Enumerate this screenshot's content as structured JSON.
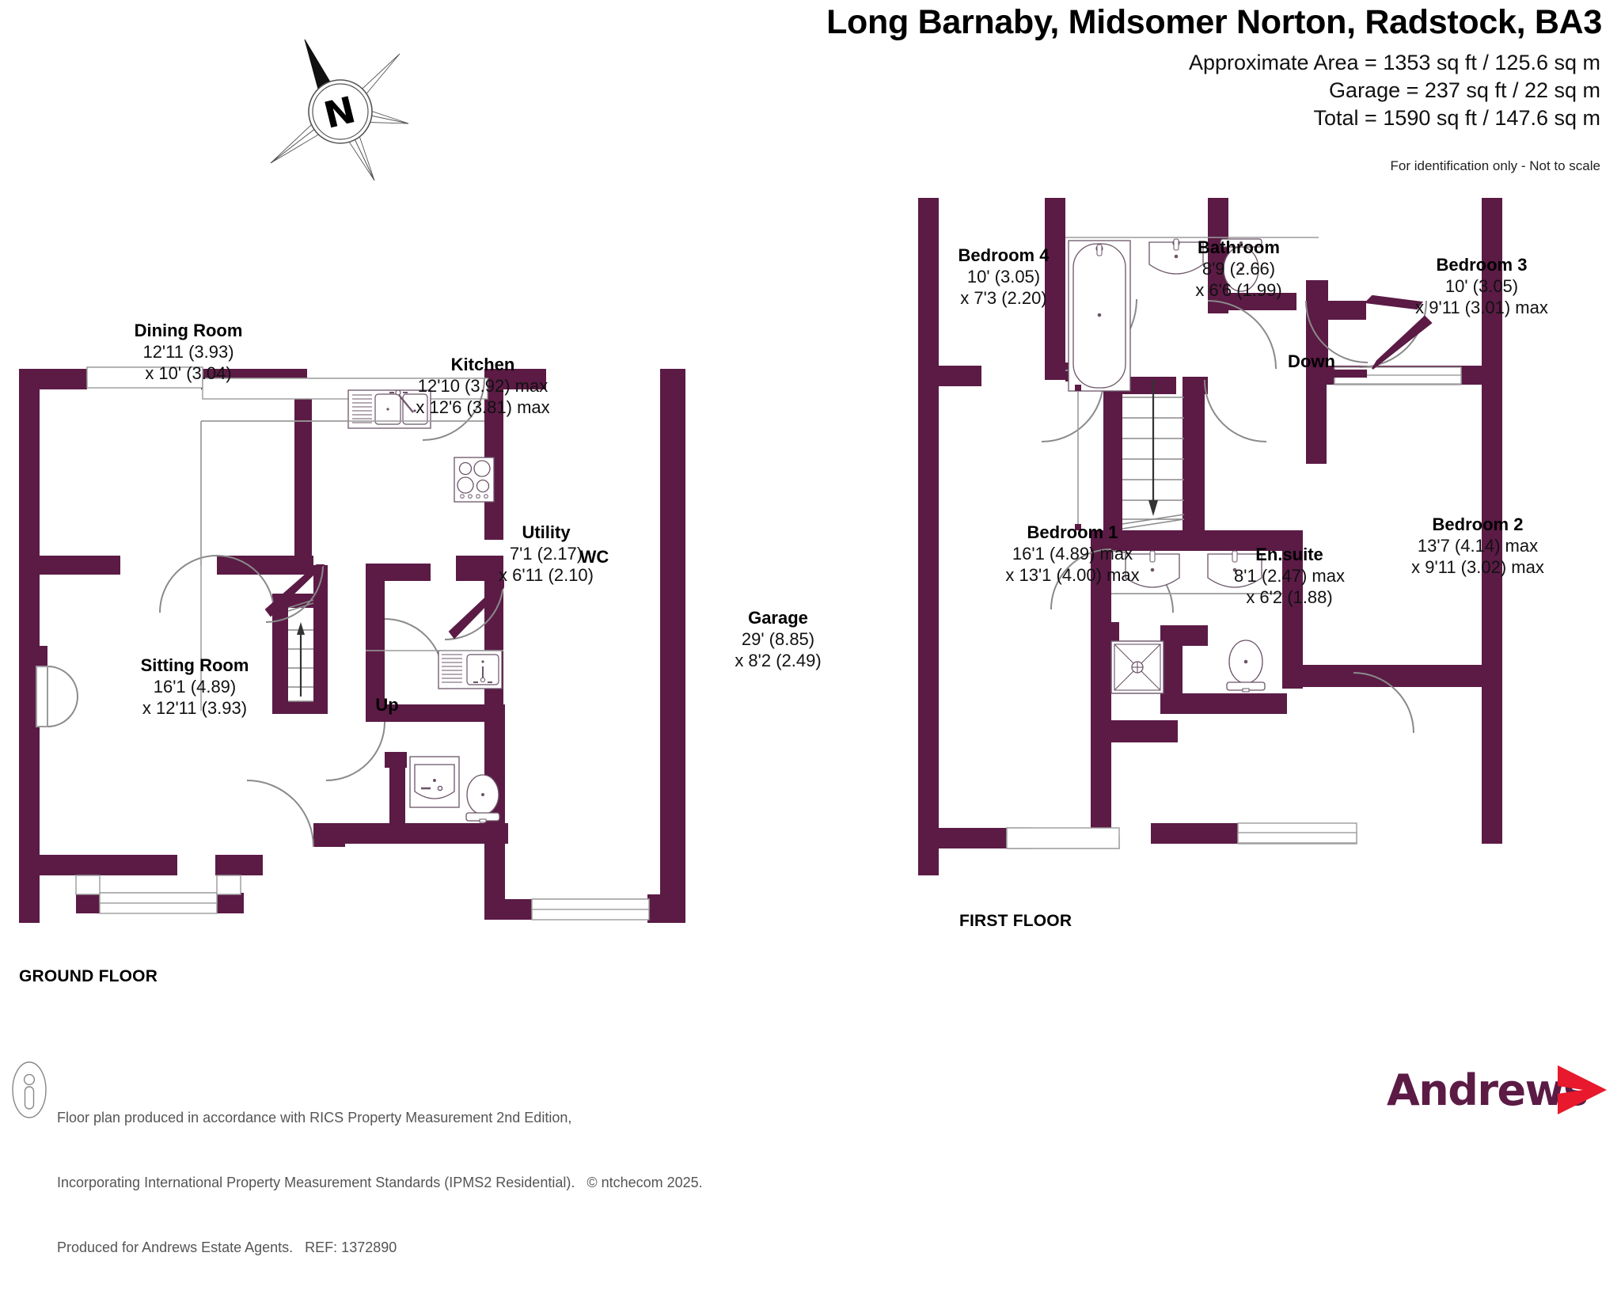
{
  "header": {
    "title": "Long Barnaby, Midsomer Norton, Radstock, BA3",
    "approximate_area": "Approximate Area = 1353 sq ft / 125.6 sq m",
    "garage_area": "Garage = 237 sq ft / 22 sq m",
    "total_area": "Total = 1590 sq ft / 147.6 sq m",
    "disclaimer": "For identification only - Not to scale"
  },
  "compass": {
    "label": "N",
    "name": "compass-rose"
  },
  "floors": {
    "ground": {
      "caption": "GROUND FLOOR"
    },
    "first": {
      "caption": "FIRST FLOOR"
    }
  },
  "ground_rooms": [
    {
      "name": "Dining Room",
      "dim1": "12'11 (3.93)",
      "dim2": "x 10' (3.04)"
    },
    {
      "name": "Kitchen",
      "dim1": "12'10 (3.92) max",
      "dim2": "x 12'6 (3.81) max"
    },
    {
      "name": "Sitting Room",
      "dim1": "16'1 (4.89)",
      "dim2": "x 12'11 (3.93)"
    },
    {
      "name": "Utility",
      "dim1": "7'1 (2.17)",
      "dim2": "x 6'11 (2.10)"
    },
    {
      "name": "Garage",
      "dim1": "29' (8.85)",
      "dim2": "x 8'2 (2.49)"
    }
  ],
  "ground_tags": [
    {
      "label": "Up"
    },
    {
      "label": "WC"
    }
  ],
  "first_rooms": [
    {
      "name": "Bedroom 4",
      "dim1": "10' (3.05)",
      "dim2": "x 7'3 (2.20)"
    },
    {
      "name": "Bathroom",
      "dim1": "8'9 (2.66)",
      "dim2": "x 6'6 (1.99)"
    },
    {
      "name": "Bedroom 3",
      "dim1": "10' (3.05)",
      "dim2": "x 9'11 (3.01) max"
    },
    {
      "name": "Bedroom 1",
      "dim1": "16'1 (4.89) max",
      "dim2": "x 13'1 (4.00) max"
    },
    {
      "name": "En.suite",
      "dim1": "8'1 (2.47) max",
      "dim2": "x 6'2 (1.88)"
    },
    {
      "name": "Bedroom 2",
      "dim1": "13'7 (4.14) max",
      "dim2": "x 9'11 (3.02) max"
    }
  ],
  "first_tags": [
    {
      "label": "Down"
    }
  ],
  "footer": {
    "line1": "Floor plan produced in accordance with RICS Property Measurement 2nd Edition,",
    "line2": "Incorporating International Property Measurement Standards (IPMS2 Residential).   © ntchecom 2025.",
    "line3": "Produced for Andrews Estate Agents.   REF: 1372890",
    "brand": "Andrews"
  },
  "colors": {
    "wall": "#5B1B45",
    "brand_purple": "#5B1B45",
    "brand_red": "#E8192C",
    "fixture_stroke": "#6B5468",
    "text": "#000000"
  }
}
